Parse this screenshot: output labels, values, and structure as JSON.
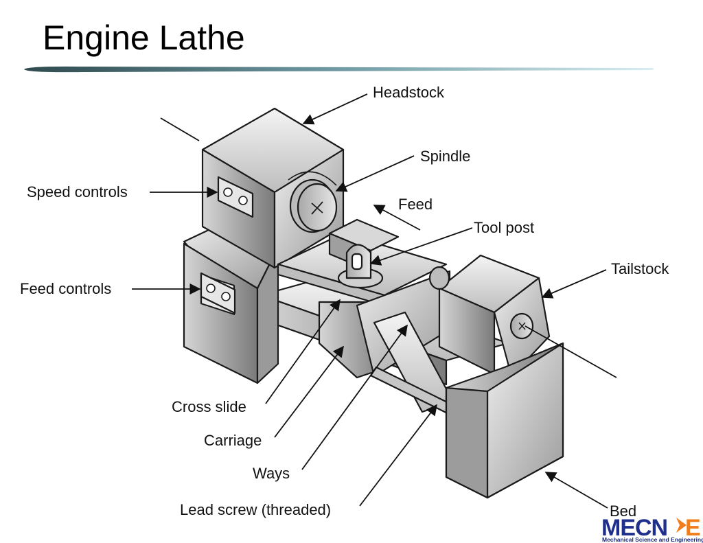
{
  "slide": {
    "title": "Engine Lathe"
  },
  "labels": {
    "headstock": "Headstock",
    "spindle": "Spindle",
    "speed_controls": "Speed controls",
    "feed": "Feed",
    "tool_post": "Tool post",
    "tailstock": "Tailstock",
    "feed_controls": "Feed controls",
    "cross_slide": "Cross slide",
    "carriage": "Carriage",
    "ways": "Ways",
    "lead_screw": "Lead screw (threaded)",
    "bed": "Bed"
  },
  "logo": {
    "text_main": "MECN",
    "text_end": "E",
    "subtitle": "Mechanical Science and Engineering",
    "colors": {
      "blue": "#1f2f8c",
      "orange": "#f07c1a"
    }
  },
  "colors": {
    "rule_dark": "#2e4a4f",
    "rule_light": "#cfe8ee",
    "outline": "#1a1a1a"
  }
}
